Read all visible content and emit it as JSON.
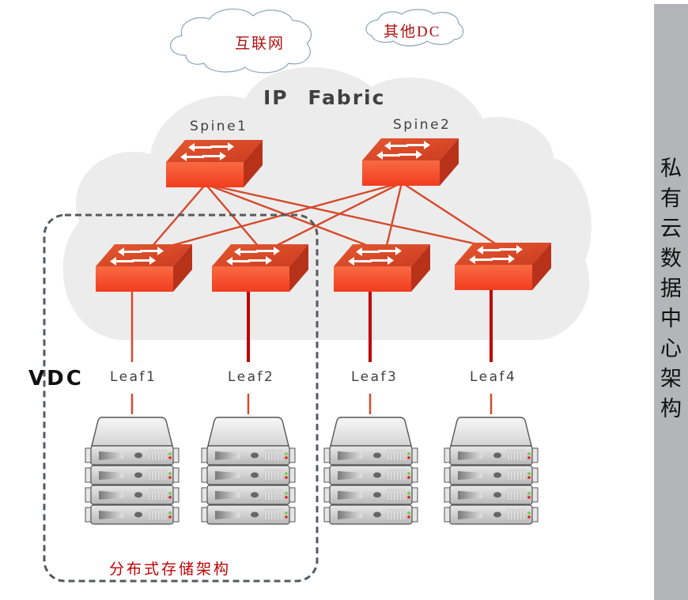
{
  "clouds": {
    "internet": "互联网",
    "other_dc": "其他DC"
  },
  "fabric": {
    "title": "IP  Fabric",
    "spines": [
      {
        "id": "spine1",
        "label": "Spine1"
      },
      {
        "id": "spine2",
        "label": "Spine2"
      }
    ],
    "leaves": [
      {
        "id": "leaf1",
        "label": "Leaf1"
      },
      {
        "id": "leaf2",
        "label": "Leaf2"
      },
      {
        "id": "leaf3",
        "label": "Leaf3"
      },
      {
        "id": "leaf4",
        "label": "Leaf4"
      }
    ],
    "links": [
      [
        "spine1",
        "leaf1"
      ],
      [
        "spine1",
        "leaf2"
      ],
      [
        "spine1",
        "leaf3"
      ],
      [
        "spine1",
        "leaf4"
      ],
      [
        "spine2",
        "leaf1"
      ],
      [
        "spine2",
        "leaf2"
      ],
      [
        "spine2",
        "leaf3"
      ],
      [
        "spine2",
        "leaf4"
      ]
    ]
  },
  "vdc": {
    "label": "VDC",
    "members": [
      "leaf1",
      "leaf2"
    ],
    "storage_label": "分布式存储架构"
  },
  "server_racks": [
    {
      "leaf": "leaf1",
      "units": 4
    },
    {
      "leaf": "leaf2",
      "units": 4
    },
    {
      "leaf": "leaf3",
      "units": 4
    },
    {
      "leaf": "leaf4",
      "units": 4
    }
  ],
  "sidebar": {
    "title_chars": [
      "私",
      "有",
      "云",
      "数",
      "据",
      "中",
      "心",
      "架",
      "构"
    ]
  },
  "colors": {
    "switch_top": "#d9482a",
    "switch_front": "#f4502d",
    "switch_side": "#b8321a",
    "link": "#d64a2c",
    "downlink": "#c00000",
    "fabric_cloud": "#ececec",
    "vdc_border": "#555a60",
    "sidebar": "#b3b5b9"
  }
}
